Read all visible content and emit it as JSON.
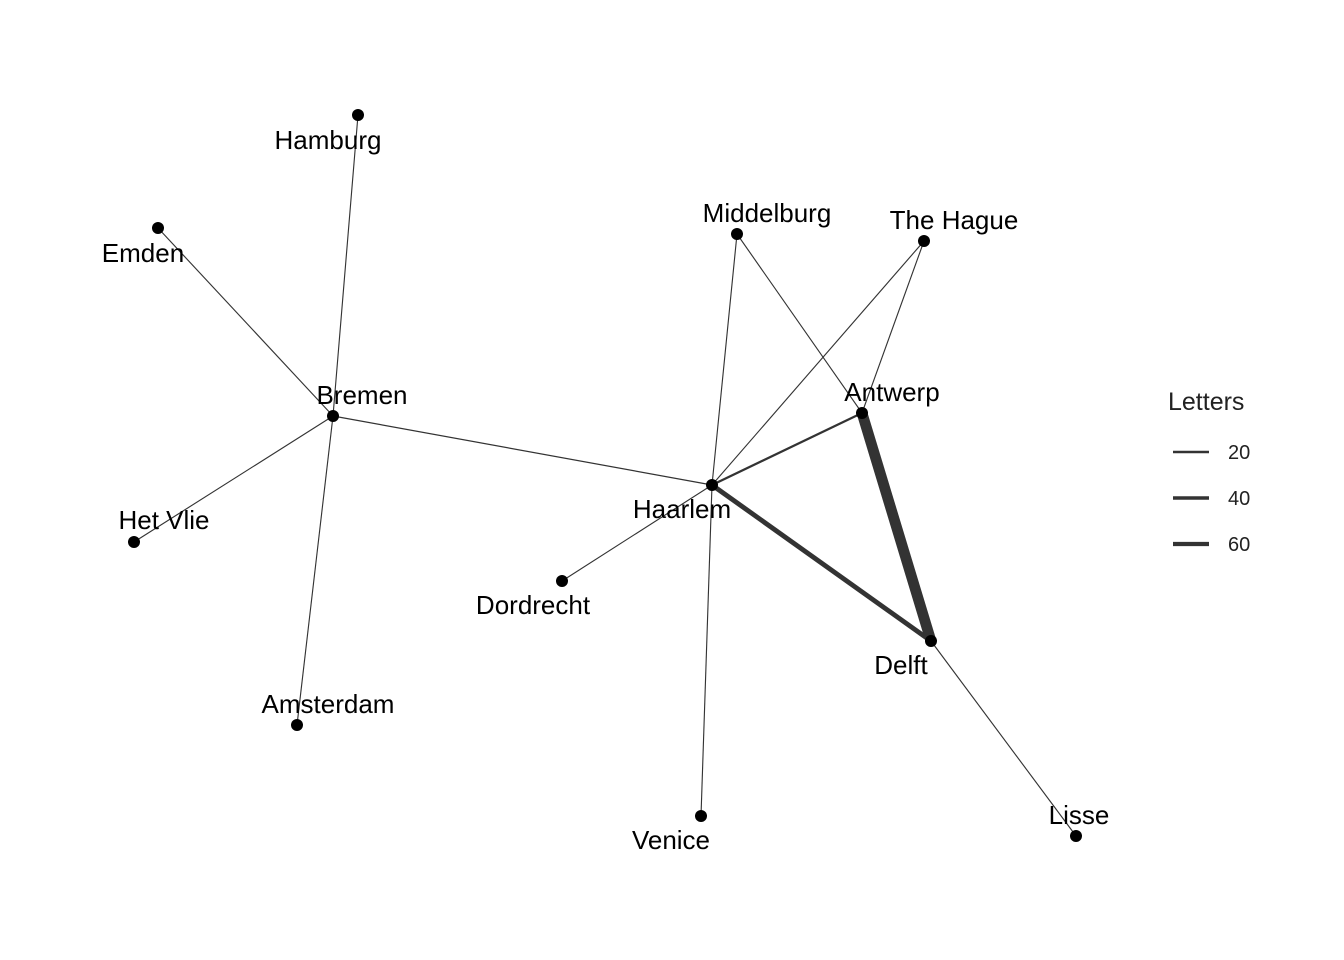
{
  "chart_data": {
    "type": "network",
    "nodes": [
      {
        "id": "Hamburg",
        "label": "Hamburg"
      },
      {
        "id": "Emden",
        "label": "Emden"
      },
      {
        "id": "Bremen",
        "label": "Bremen"
      },
      {
        "id": "Het Vlie",
        "label": "Het Vlie"
      },
      {
        "id": "Amsterdam",
        "label": "Amsterdam"
      },
      {
        "id": "Middelburg",
        "label": "Middelburg"
      },
      {
        "id": "The Hague",
        "label": "The Hague"
      },
      {
        "id": "Antwerp",
        "label": "Antwerp"
      },
      {
        "id": "Haarlem",
        "label": "Haarlem"
      },
      {
        "id": "Dordrecht",
        "label": "Dordrecht"
      },
      {
        "id": "Delft",
        "label": "Delft"
      },
      {
        "id": "Venice",
        "label": "Venice"
      },
      {
        "id": "Lisse",
        "label": "Lisse"
      }
    ],
    "edges": [
      {
        "source": "Bremen",
        "target": "Hamburg",
        "letters": 1
      },
      {
        "source": "Bremen",
        "target": "Emden",
        "letters": 1
      },
      {
        "source": "Bremen",
        "target": "Het Vlie",
        "letters": 1
      },
      {
        "source": "Bremen",
        "target": "Amsterdam",
        "letters": 1
      },
      {
        "source": "Bremen",
        "target": "Haarlem",
        "letters": 2
      },
      {
        "source": "Haarlem",
        "target": "Middelburg",
        "letters": 1
      },
      {
        "source": "Haarlem",
        "target": "The Hague",
        "letters": 1
      },
      {
        "source": "Haarlem",
        "target": "Antwerp",
        "letters": 10
      },
      {
        "source": "Haarlem",
        "target": "Dordrecht",
        "letters": 1
      },
      {
        "source": "Haarlem",
        "target": "Venice",
        "letters": 1
      },
      {
        "source": "Haarlem",
        "target": "Delft",
        "letters": 30
      },
      {
        "source": "Middelburg",
        "target": "Antwerp",
        "letters": 1
      },
      {
        "source": "The Hague",
        "target": "Antwerp",
        "letters": 1
      },
      {
        "source": "Antwerp",
        "target": "Delft",
        "letters": 76
      },
      {
        "source": "Delft",
        "target": "Lisse",
        "letters": 1
      }
    ],
    "legend": {
      "title": "Letters",
      "placement": "right",
      "entries": [
        {
          "label": "20",
          "value": 20
        },
        {
          "label": "40",
          "value": 40
        },
        {
          "label": "60",
          "value": 60
        }
      ]
    },
    "colors": {
      "edge": "#333333",
      "node": "#000000",
      "background": "#ffffff"
    }
  }
}
